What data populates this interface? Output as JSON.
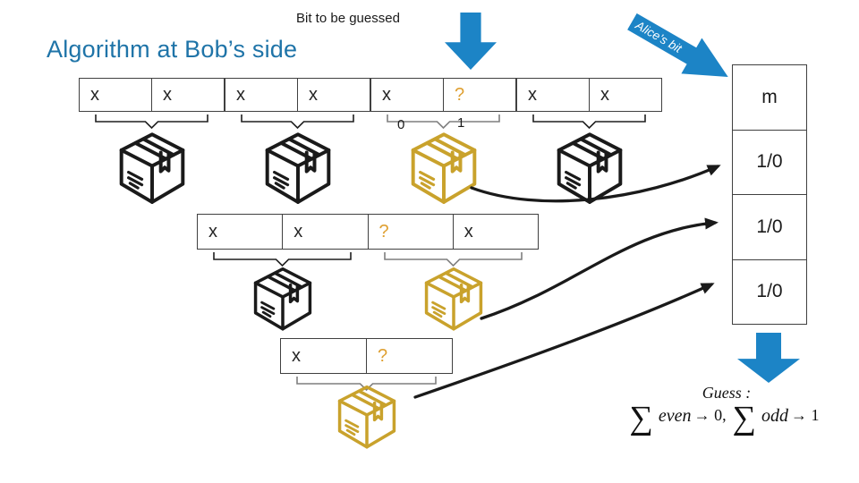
{
  "title": "Algorithm at Bob’s side",
  "annotations": {
    "bit_to_be_guessed": "Bit to be guessed",
    "alices_bit": "Alice’s bit",
    "zero": "0",
    "one": "1"
  },
  "sequence_rows": [
    {
      "cells": [
        "x",
        "x",
        "x",
        "x",
        "x",
        "?",
        "x",
        "x"
      ],
      "boxes": [
        "black",
        "black",
        "gold",
        "black"
      ]
    },
    {
      "cells": [
        "x",
        "x",
        "?",
        "x"
      ],
      "boxes": [
        "black",
        "gold"
      ]
    },
    {
      "cells": [
        "x",
        "?"
      ],
      "boxes": [
        "gold"
      ]
    }
  ],
  "result_column": {
    "cells": [
      "m",
      "1/0",
      "1/0",
      "1/0"
    ]
  },
  "guess": {
    "label": "Guess :",
    "sum_symbol": "∑",
    "even_term": "even",
    "even_result": "→ 0,",
    "odd_term": "odd",
    "odd_result": "→ 1"
  },
  "colors": {
    "accent_blue": "#1C84C6",
    "title_blue": "#1F74A8",
    "gold": "#C9A22C",
    "question_mark": "#DFA032",
    "black_box": "#1A1A1A",
    "bracket_gray": "#7F7F7F"
  }
}
